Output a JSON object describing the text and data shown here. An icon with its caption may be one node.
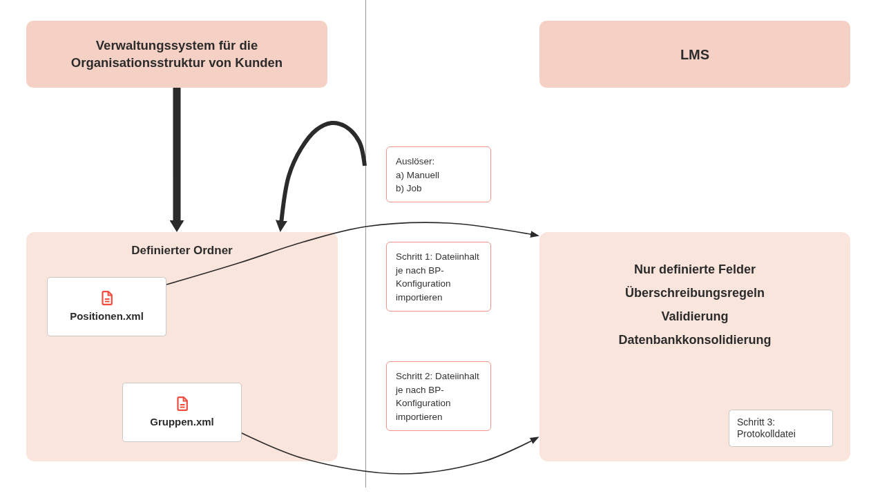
{
  "diagram": {
    "nodes": [
      {
        "text": [
          "Verwaltungssystem für die Organisationsstruktur von Kunden"
        ]
      },
      {
        "text": [
          "LMS"
        ]
      },
      {
        "text": [
          "Auslöser:",
          "a) Manuell",
          "b) Job"
        ]
      },
      {
        "text": [
          "Definierter Ordner"
        ]
      },
      {
        "text": [
          "Positionen.xml"
        ],
        "in": 3
      },
      {
        "text": [
          "Gruppen.xml"
        ],
        "in": 3
      },
      {
        "text": [
          "Schritt 1: Dateiinhalt je nach BP-Konfiguration importieren"
        ]
      },
      {
        "text": [
          "Schritt 2: Dateiinhalt je nach BP-Konfiguration importieren"
        ]
      },
      {
        "text": [
          "Nur definierte Felder",
          "Überschreibungsregeln",
          "Validierung",
          "Datenbankkonsolidierung"
        ]
      },
      {
        "text": [
          "Schritt 3: Protokolldatei"
        ],
        "in": 8
      }
    ],
    "edges": [
      {
        "from": 0,
        "to": 3,
        "arrow": "to",
        "style": "thick"
      },
      {
        "from": null,
        "to": 3,
        "arrow": "to",
        "style": "thick"
      },
      {
        "from": 4,
        "to": 8,
        "arrow": "to"
      },
      {
        "from": 5,
        "to": 8,
        "arrow": "to"
      }
    ]
  }
}
